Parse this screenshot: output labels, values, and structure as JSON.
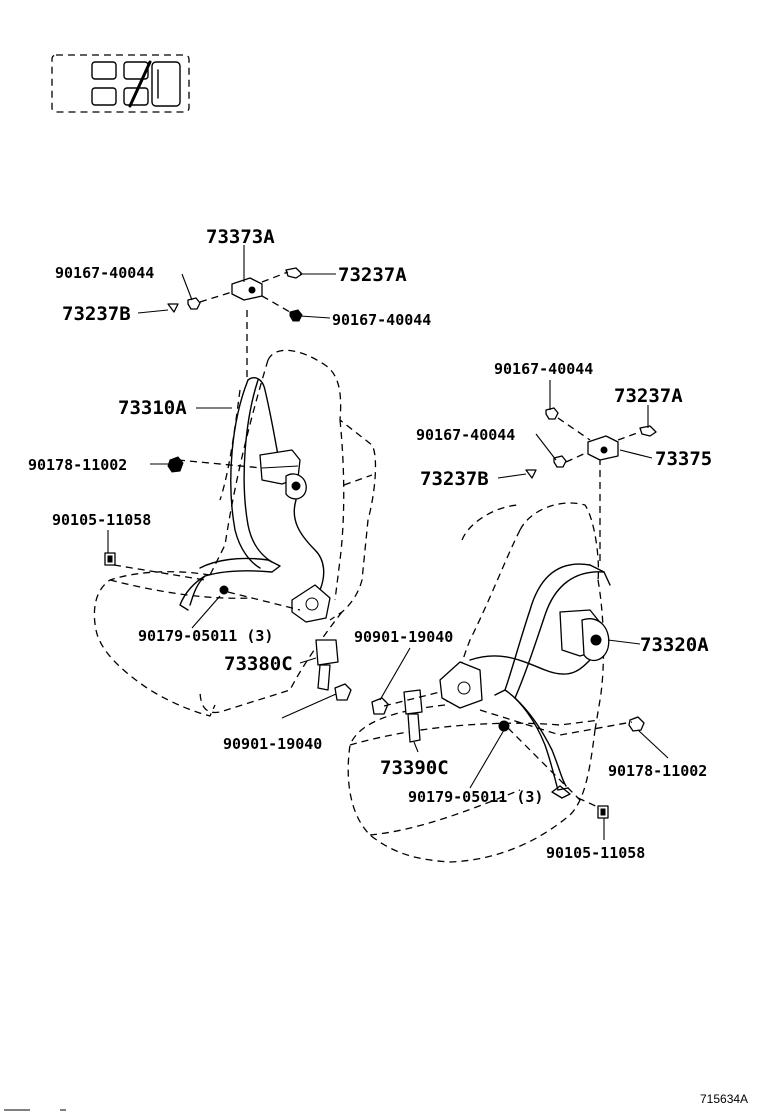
{
  "diagram": {
    "part_labels": {
      "l_73373A": "73373A",
      "l_73237A_left": "73237A",
      "l_90167_tl": "90167-40044",
      "l_73237B_left": "73237B",
      "l_90167_tr": "90167-40044",
      "l_73310A": "73310A",
      "l_90178_left": "90178-11002",
      "l_90105_left": "90105-11058",
      "l_90179_left": "90179-05011 (3)",
      "l_73380C": "73380C",
      "l_90901_left": "90901-19040",
      "l_90167_rt": "90167-40044",
      "l_73237A_right": "73237A",
      "l_90167_rm": "90167-40044",
      "l_73375": "73375",
      "l_73237B_right": "73237B",
      "l_90901_right": "90901-19040",
      "l_73320A": "73320A",
      "l_73390C": "73390C",
      "l_90178_right": "90178-11002",
      "l_90179_right": "90179-05011 (3)",
      "l_90105_right": "90105-11058"
    },
    "figure_code": "715634A"
  },
  "icons": {
    "vehicle_locator": "seat-position-locator-icon"
  }
}
